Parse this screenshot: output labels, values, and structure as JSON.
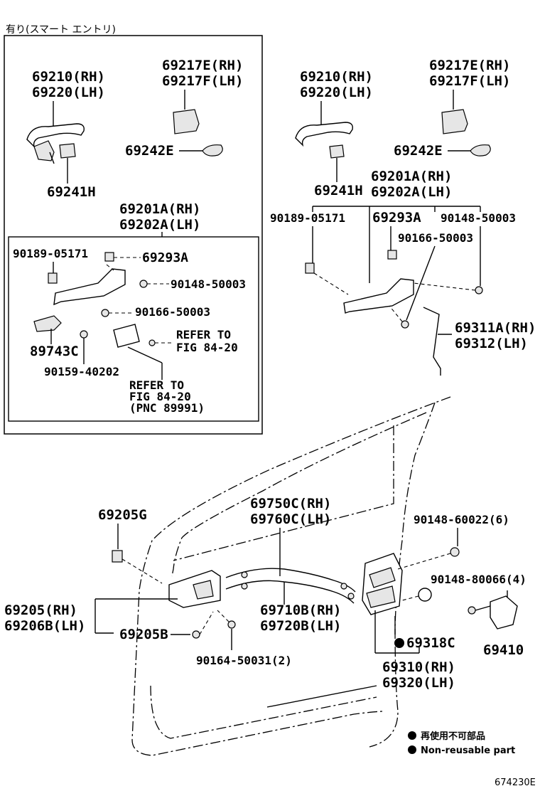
{
  "header": {
    "section_title": "有り(スマート エントリ)"
  },
  "footer": {
    "figure_code": "674230E"
  },
  "legend": {
    "jp_label": "再使用不可部品",
    "en_label": "Non-reusable part",
    "marker_color": "#000000"
  },
  "smart_entry_box": {
    "handle_label": [
      "69210(RH)",
      "69220(LH)"
    ],
    "cover_label": [
      "69217E(RH)",
      "69217F(LH)"
    ],
    "pad_label": "69242E",
    "seal_label": "69241H",
    "frame_label": [
      "69201A(RH)",
      "69202A(LH)"
    ],
    "bolt1_label": "90189-05171",
    "cap_label": "69293A",
    "screw1_label": "90148-50003",
    "screw2_label": "90166-50003",
    "sensor_label": "89743C",
    "screw3_label": "90159-40202",
    "ref1_label": [
      "REFER TO",
      "FIG 84-20"
    ],
    "ref2_label": [
      "REFER TO",
      "FIG 84-20",
      "(PNC 89991)"
    ]
  },
  "standard_group": {
    "handle_label": [
      "69210(RH)",
      "69220(LH)"
    ],
    "cover_label": [
      "69217E(RH)",
      "69217F(LH)"
    ],
    "pad_label": "69242E",
    "seal_label": "69241H",
    "frame_label": [
      "69201A(RH)",
      "69202A(LH)"
    ],
    "bolt1_label": "90189-05171",
    "cap_label": "69293A",
    "screw1_label": "90148-50003",
    "screw2_label": "90166-50003",
    "rod_label": [
      "69311A(RH)",
      "69312(LH)"
    ]
  },
  "door_group": {
    "clip_label": "69205G",
    "inner_handle_label": [
      "69205(RH)",
      "69206B(LH)"
    ],
    "inner_screw_label": "69205B",
    "screw_label": "90164-50031(2)",
    "cable_lock_label": [
      "69750C(RH)",
      "69760C(LH)"
    ],
    "cable_open_label": [
      "69710B(RH)",
      "69720B(LH)"
    ],
    "lock_screw_label": "90148-60022(6)",
    "striker_screw_label": "90148-80066(4)",
    "striker_label": "69410",
    "grommet_label": "69318C",
    "lock_label": [
      "69310(RH)",
      "69320(LH)"
    ]
  }
}
